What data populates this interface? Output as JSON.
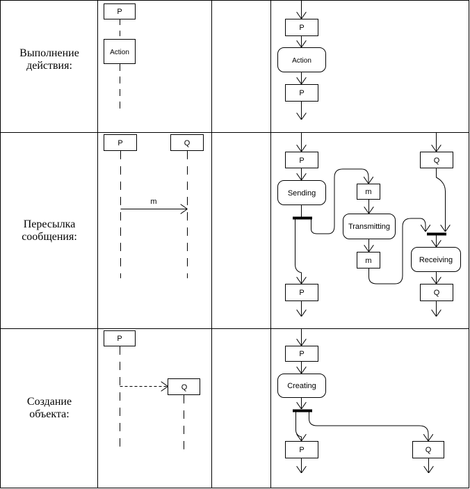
{
  "rows": [
    {
      "label_lines": [
        "Выполнение",
        "действия:"
      ],
      "seq": {
        "p": "P",
        "action": "Action"
      },
      "act": {
        "p_top": "P",
        "action": "Action",
        "p_bottom": "P"
      }
    },
    {
      "label_lines": [
        "Пересылка",
        "сообщения:"
      ],
      "seq": {
        "p": "P",
        "q": "Q",
        "message": "m"
      },
      "act": {
        "p_top": "P",
        "q_top": "Q",
        "sending": "Sending",
        "m_top": "m",
        "transmitting": "Transmitting",
        "m_bottom": "m",
        "receiving": "Receiving",
        "p_bottom": "P",
        "q_bottom": "Q"
      }
    },
    {
      "label_lines": [
        "Создание",
        "объекта:"
      ],
      "seq": {
        "p": "P",
        "q": "Q"
      },
      "act": {
        "p_top": "P",
        "creating": "Creating",
        "p_bottom": "P",
        "q_bottom": "Q"
      }
    }
  ]
}
